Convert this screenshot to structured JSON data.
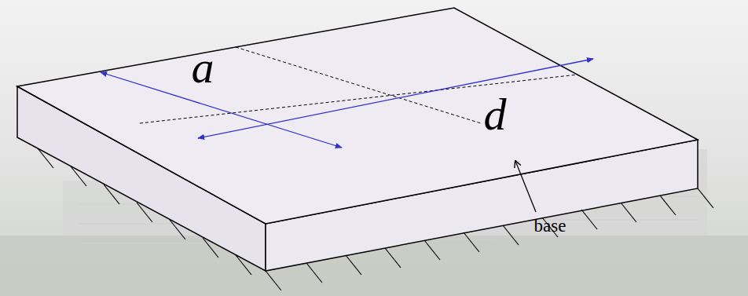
{
  "diagram": {
    "labels": [
      "a",
      "d",
      "base"
    ]
  }
}
